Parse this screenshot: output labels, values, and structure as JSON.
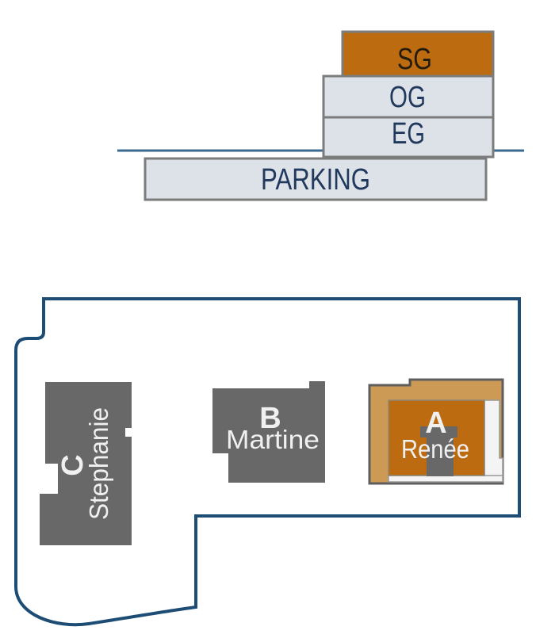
{
  "colors": {
    "orange": "#bd6b10",
    "tan": "#cd9a55",
    "building_gray": "#686868",
    "floor_fill": "#dde2e8",
    "floor_border": "#7c7c7c",
    "outline_blue": "#1d4d74",
    "ground_blue": "#3c6b92",
    "navy_text": "#21395c",
    "dark_text": "#241d0d",
    "light_text": "#f0f0f0"
  },
  "elevation": {
    "floors": [
      {
        "id": "sg",
        "label": "SG",
        "selected": true
      },
      {
        "id": "og",
        "label": "OG",
        "selected": false
      },
      {
        "id": "eg",
        "label": "EG",
        "selected": false
      },
      {
        "id": "parking",
        "label": "PARKING",
        "selected": false
      }
    ]
  },
  "site_plan": {
    "buildings": [
      {
        "id": "c",
        "letter": "C",
        "name": "Stephanie",
        "selected": false
      },
      {
        "id": "b",
        "letter": "B",
        "name": "Martine",
        "selected": false
      },
      {
        "id": "a",
        "letter": "A",
        "name": "Renée",
        "selected": true
      }
    ]
  }
}
